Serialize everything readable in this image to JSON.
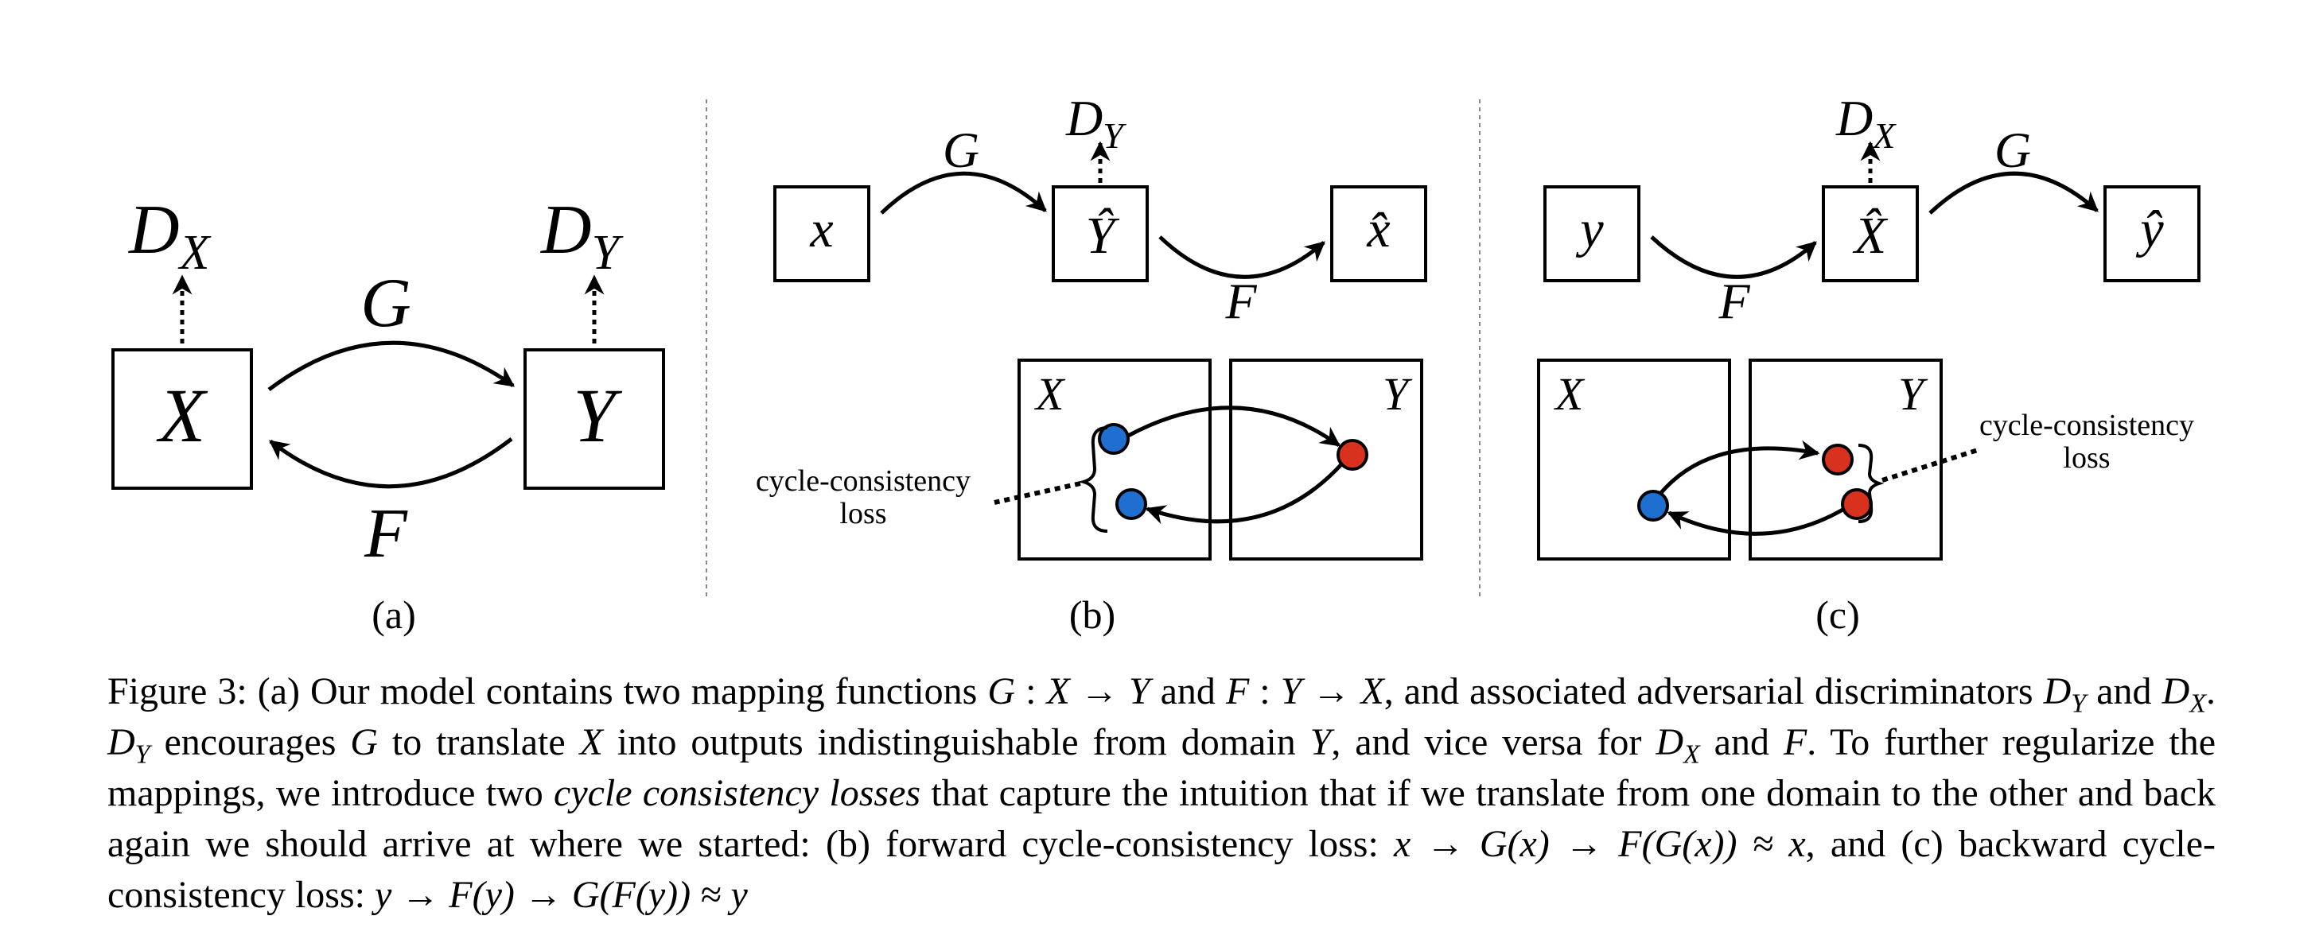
{
  "panel_a": {
    "node_x": "X",
    "node_y": "Y",
    "disc_x": "D",
    "disc_x_sub": "X",
    "disc_y": "D",
    "disc_y_sub": "Y",
    "map_g": "G",
    "map_f": "F",
    "label": "(a)"
  },
  "panel_b": {
    "input": "x",
    "middle": "Ŷ",
    "output": "x̂",
    "disc": "D",
    "disc_sub": "Y",
    "map_g": "G",
    "map_f": "F",
    "domain_x": "X",
    "domain_y": "Y",
    "loss_line1": "cycle-consistency",
    "loss_line2": "loss",
    "label": "(b)"
  },
  "panel_c": {
    "input": "y",
    "middle": "X̂",
    "output": "ŷ",
    "disc": "D",
    "disc_sub": "X",
    "map_f": "F",
    "map_g": "G",
    "domain_x": "X",
    "domain_y": "Y",
    "loss_line1": "cycle-consistency",
    "loss_line2": "loss",
    "label": "(c)"
  },
  "colors": {
    "blue": "#1f6fd1",
    "red": "#d8321f",
    "line": "#000000",
    "divider": "#888888"
  },
  "caption": {
    "p1": "Figure 3: (a) Our model contains two mapping functions ",
    "m1": "G",
    "p2": " : ",
    "m2": "X",
    "p3": " → ",
    "m3": "Y",
    "p4": " and ",
    "m4": "F",
    "p5": " : ",
    "m5": "Y",
    "p6": " → ",
    "m6": "X",
    "p7": ", and associated adversarial discriminators ",
    "m7": "D",
    "s7": "Y",
    "p8": " and ",
    "m8": "D",
    "s8": "X",
    "p9": ". ",
    "m9": "D",
    "s9": "Y",
    "p10": " encourages ",
    "m10": "G",
    "p11": " to translate ",
    "m11": "X",
    "p12": " into outputs indistinguishable from domain ",
    "m12": "Y",
    "p13": ", and vice versa for ",
    "m13": "D",
    "s13": "X",
    "p14": " and ",
    "m14": "F",
    "p15": ". To further regularize the mappings, we introduce two ",
    "em": "cycle consistency losses",
    "p16": " that capture the intuition that if we translate from one domain to the other and back again we should arrive at where we started: (b) forward cycle-consistency loss: ",
    "eq1": "x → G(x) → F(G(x)) ≈ x",
    "p17": ", and (c) backward cycle-consistency loss: ",
    "eq2": "y → F(y) → G(F(y)) ≈ y"
  }
}
